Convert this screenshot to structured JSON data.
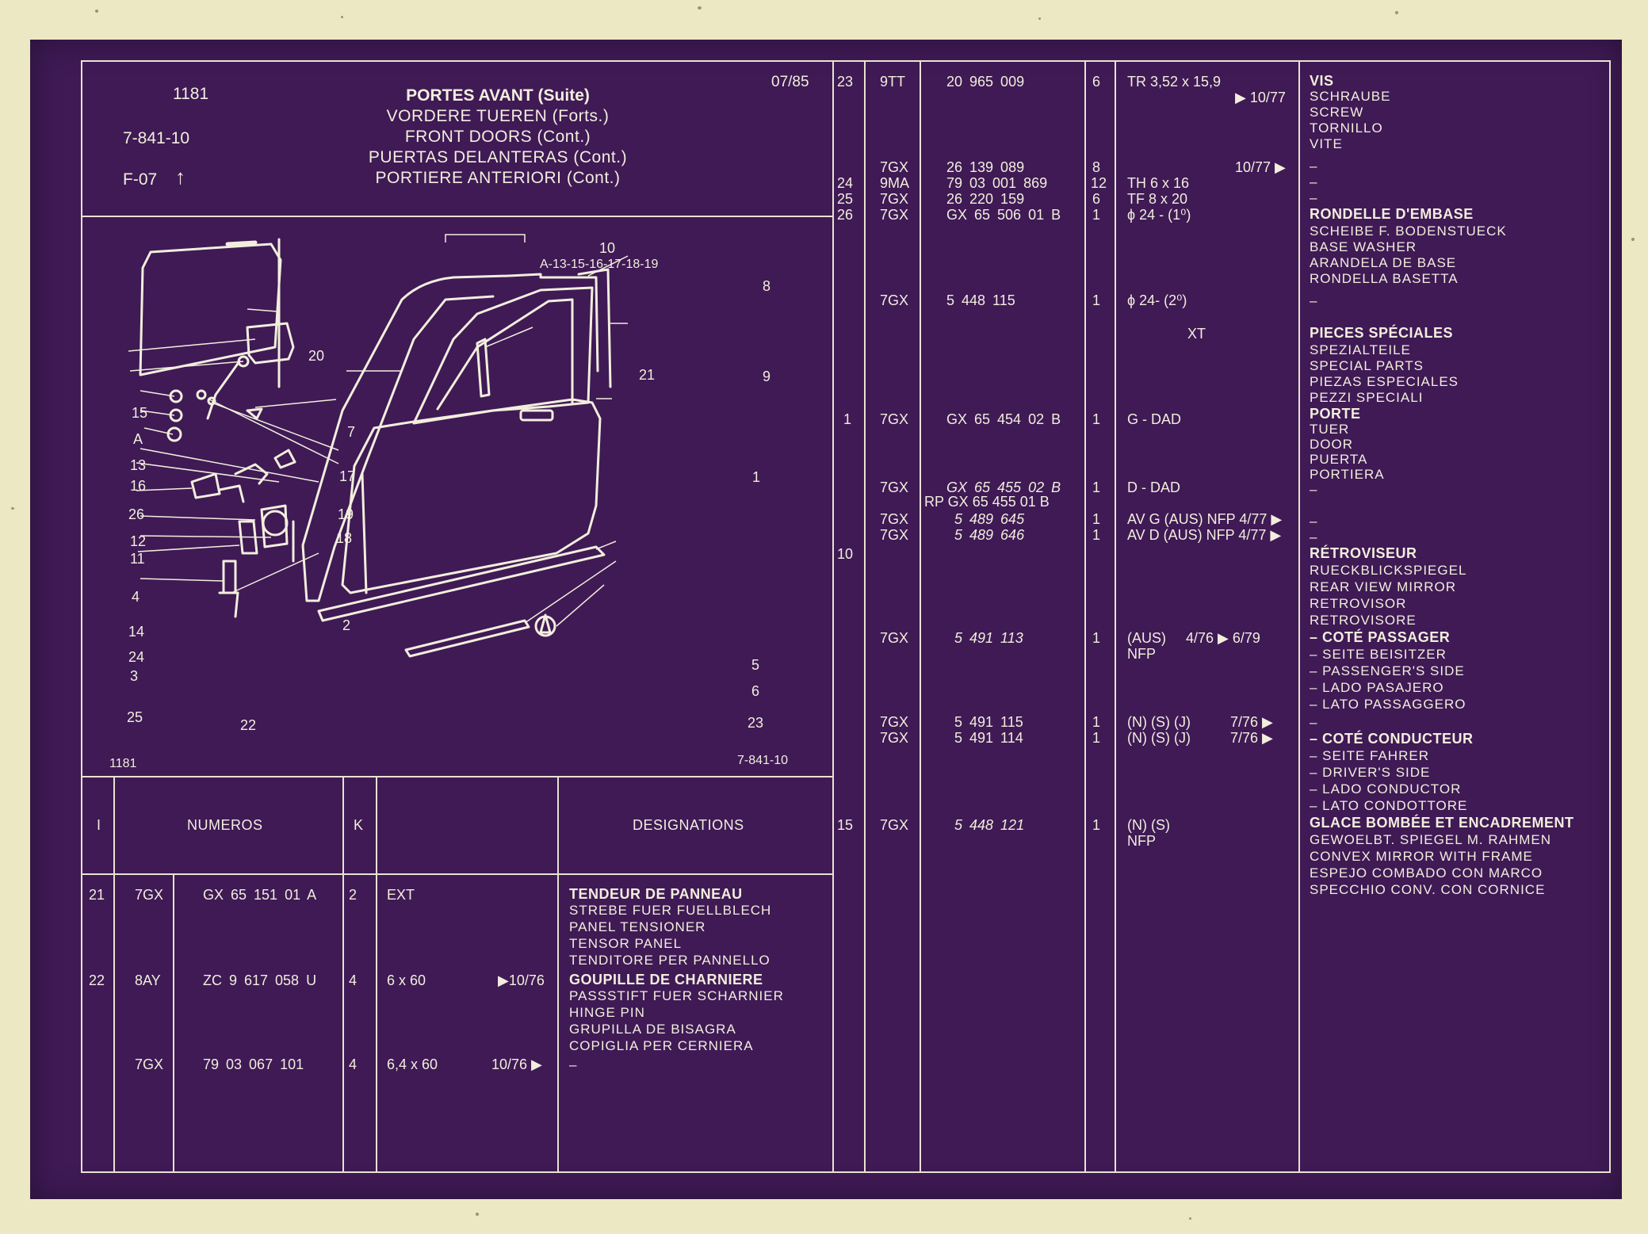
{
  "header": {
    "page_no": "1181",
    "ref_code": "7-841-10",
    "section": "F-07",
    "section_arrow": "↑",
    "date": "07/85",
    "titles": [
      "PORTES AVANT (Suite)",
      "VORDERE TUEREN (Forts.)",
      "FRONT DOORS (Cont.)",
      "PUERTAS DELANTERAS (Cont.)",
      "PORTIERE ANTERIORI (Cont.)"
    ]
  },
  "figure": {
    "caption_left": "1181",
    "caption_right": "7-841-10",
    "group_label": "10",
    "group_items": "A-13-15-16-17-18-19",
    "callouts": [
      "20",
      "15",
      "A",
      "13",
      "16",
      "26",
      "12",
      "11",
      "4",
      "14",
      "24",
      "3",
      "25",
      "22",
      "2",
      "17",
      "19",
      "18",
      "7",
      "21",
      "8",
      "9",
      "1",
      "5",
      "6",
      "23"
    ]
  },
  "columns": {
    "col1": "I",
    "col2": "NUMEROS",
    "col3": "K",
    "col4": "",
    "col5": "DESIGNATIONS"
  },
  "left_rows": [
    {
      "i": "21",
      "pre": "7GX",
      "num": "GX 65 151 01 A",
      "k": "2",
      "spec": "EXT",
      "date": ""
    },
    {
      "i": "22",
      "pre": "8AY",
      "num": "ZC 9 617 058 U",
      "k": "4",
      "spec": "6 x 60",
      "date": "▶10/76"
    },
    {
      "i": "",
      "pre": "7GX",
      "num": "79 03 067 101",
      "k": "4",
      "spec": "6,4 x 60",
      "date": "10/76 ▶"
    }
  ],
  "left_designations": [
    {
      "text": "TENDEUR DE PANNEAU",
      "bold": true
    },
    {
      "text": "STREBE FUER FUELLBLECH",
      "bold": false
    },
    {
      "text": "PANEL TENSIONER",
      "bold": false
    },
    {
      "text": "TENSOR PANEL",
      "bold": false
    },
    {
      "text": "TENDITORE PER PANNELLO",
      "bold": false
    },
    {
      "text": "GOUPILLE DE CHARNIERE",
      "bold": true
    },
    {
      "text": "PASSSTIFT FUER SCHARNIER",
      "bold": false
    },
    {
      "text": "HINGE PIN",
      "bold": false
    },
    {
      "text": "GRUPILLA DE BISAGRA",
      "bold": false
    },
    {
      "text": "COPIGLIA PER CERNIERA",
      "bold": false
    },
    {
      "text": "–",
      "bold": false
    }
  ],
  "right_rows": [
    {
      "i": "23",
      "pre": "9TT",
      "num": "20 965 009",
      "k": "6",
      "spec": "TR 3,52 x 15,9",
      "date": ""
    },
    {
      "i": "",
      "pre": "",
      "num": "",
      "k": "",
      "spec": "",
      "date": "▶ 10/77"
    },
    {
      "i": "",
      "pre": "7GX",
      "num": "26 139 089",
      "k": "8",
      "spec": "",
      "date": "10/77 ▶"
    },
    {
      "i": "24",
      "pre": "9MA",
      "num": "79 03 001 869",
      "k": "12",
      "spec": "TH 6 x 16",
      "date": ""
    },
    {
      "i": "25",
      "pre": "7GX",
      "num": "26 220 159",
      "k": "6",
      "spec": "TF 8 x 20",
      "date": ""
    },
    {
      "i": "26",
      "pre": "7GX",
      "num": "GX 65 506 01 B",
      "k": "1",
      "spec": "ϕ 24 - (1⁰)",
      "date": ""
    },
    {
      "i": "",
      "pre": "7GX",
      "num": "5 448 115",
      "k": "1",
      "spec": "ϕ 24- (2⁰)",
      "date": ""
    },
    {
      "i": "",
      "pre": "",
      "num": "",
      "k": "",
      "spec": "XT",
      "date": ""
    },
    {
      "i": "1",
      "pre": "7GX",
      "num": "GX 65 454 02 B",
      "k": "1",
      "spec": "G - DAD",
      "date": ""
    },
    {
      "i": "",
      "pre": "7GX",
      "num": "GX 65 455 02 B",
      "k": "1",
      "spec": "D - DAD",
      "date": ""
    },
    {
      "i": "",
      "pre": "",
      "num": "RP GX 65 455 01 B",
      "k": "",
      "spec": "",
      "date": ""
    },
    {
      "i": "",
      "pre": "7GX",
      "num": "5 489 645",
      "k": "1",
      "spec": "AV G (AUS) NFP 4/77 ▶",
      "date": ""
    },
    {
      "i": "",
      "pre": "7GX",
      "num": "5 489 646",
      "k": "1",
      "spec": "AV D (AUS) NFP 4/77 ▶",
      "date": ""
    },
    {
      "i": "10",
      "pre": "",
      "num": "",
      "k": "",
      "spec": "",
      "date": ""
    },
    {
      "i": "",
      "pre": "7GX",
      "num": "5 491 113",
      "k": "1",
      "spec": "(AUS)     4/76 ▶ 6/79",
      "date": ""
    },
    {
      "i": "",
      "pre": "",
      "num": "",
      "k": "",
      "spec": "NFP",
      "date": ""
    },
    {
      "i": "",
      "pre": "7GX",
      "num": "5 491 115",
      "k": "1",
      "spec": "(N) (S) (J)          7/76 ▶",
      "date": ""
    },
    {
      "i": "",
      "pre": "7GX",
      "num": "5 491 114",
      "k": "1",
      "spec": "(N) (S) (J)          7/76 ▶",
      "date": ""
    },
    {
      "i": "15",
      "pre": "7GX",
      "num": "5 448 121",
      "k": "1",
      "spec": "(N) (S)",
      "date": ""
    },
    {
      "i": "",
      "pre": "",
      "num": "",
      "k": "",
      "spec": "NFP",
      "date": ""
    }
  ],
  "right_designations": [
    {
      "text": "VIS",
      "bold": true
    },
    {
      "text": "SCHRAUBE",
      "bold": false
    },
    {
      "text": "SCREW",
      "bold": false
    },
    {
      "text": "TORNILLO",
      "bold": false
    },
    {
      "text": "VITE",
      "bold": false
    },
    {
      "text": "–",
      "bold": false
    },
    {
      "text": "–",
      "bold": false
    },
    {
      "text": "–",
      "bold": false
    },
    {
      "text": "RONDELLE D'EMBASE",
      "bold": true
    },
    {
      "text": "SCHEIBE F. BODENSTUECK",
      "bold": false
    },
    {
      "text": "BASE WASHER",
      "bold": false
    },
    {
      "text": "ARANDELA DE BASE",
      "bold": false
    },
    {
      "text": "RONDELLA BASETTA",
      "bold": false
    },
    {
      "text": "–",
      "bold": false
    },
    {
      "text": "PIECES SPÉCIALES",
      "bold": true
    },
    {
      "text": "SPEZIALTEILE",
      "bold": false
    },
    {
      "text": "SPECIAL PARTS",
      "bold": false
    },
    {
      "text": "PIEZAS ESPECIALES",
      "bold": false
    },
    {
      "text": "PEZZI SPECIALI",
      "bold": false
    },
    {
      "text": "PORTE",
      "bold": true
    },
    {
      "text": "TUER",
      "bold": false
    },
    {
      "text": "DOOR",
      "bold": false
    },
    {
      "text": "PUERTA",
      "bold": false
    },
    {
      "text": "PORTIERA",
      "bold": false
    },
    {
      "text": "–",
      "bold": false
    },
    {
      "text": "–",
      "bold": false
    },
    {
      "text": "–",
      "bold": false
    },
    {
      "text": "RÉTROVISEUR",
      "bold": true
    },
    {
      "text": "RUECKBLICKSPIEGEL",
      "bold": false
    },
    {
      "text": "REAR VIEW MIRROR",
      "bold": false
    },
    {
      "text": "RETROVISOR",
      "bold": false
    },
    {
      "text": "RETROVISORE",
      "bold": false
    },
    {
      "text": "– COTÉ PASSAGER",
      "bold": true
    },
    {
      "text": "– SEITE BEISITZER",
      "bold": false
    },
    {
      "text": "– PASSENGER'S SIDE",
      "bold": false
    },
    {
      "text": "– LADO PASAJERO",
      "bold": false
    },
    {
      "text": "– LATO PASSAGGERO",
      "bold": false
    },
    {
      "text": "–",
      "bold": false
    },
    {
      "text": "– COTÉ CONDUCTEUR",
      "bold": true
    },
    {
      "text": "– SEITE FAHRER",
      "bold": false
    },
    {
      "text": "– DRIVER'S SIDE",
      "bold": false
    },
    {
      "text": "– LADO CONDUCTOR",
      "bold": false
    },
    {
      "text": "– LATO CONDOTTORE",
      "bold": false
    },
    {
      "text": "GLACE BOMBÉE ET ENCADREMENT",
      "bold": true
    },
    {
      "text": "GEWOELBT. SPIEGEL M. RAHMEN",
      "bold": false
    },
    {
      "text": "CONVEX MIRROR WITH FRAME",
      "bold": false
    },
    {
      "text": "ESPEJO COMBADO CON MARCO",
      "bold": false
    },
    {
      "text": "SPECCHIO CONV. CON CORNICE",
      "bold": false
    }
  ]
}
